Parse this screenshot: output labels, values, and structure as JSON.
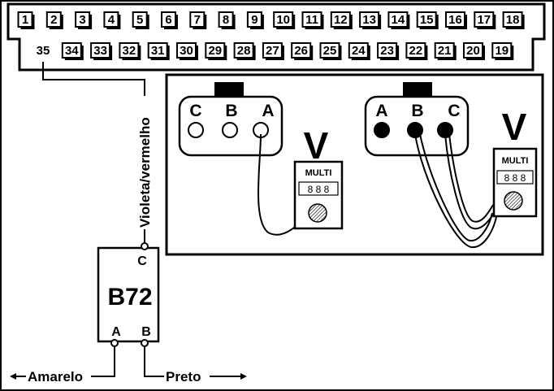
{
  "connector": {
    "top_row": [
      "1",
      "2",
      "3",
      "4",
      "5",
      "6",
      "7",
      "8",
      "9",
      "10",
      "11",
      "12",
      "13",
      "14",
      "15",
      "16",
      "17",
      "18"
    ],
    "bottom_row": [
      "35",
      "34",
      "33",
      "32",
      "31",
      "30",
      "29",
      "28",
      "27",
      "26",
      "25",
      "24",
      "23",
      "22",
      "21",
      "20",
      "19"
    ]
  },
  "wire_color_label": "Violeta/vermelho",
  "sensor": {
    "name": "B72",
    "pin_c": "C",
    "pin_a": "A",
    "pin_b": "B"
  },
  "wire_a_label": "Amarelo",
  "wire_b_label": "Preto",
  "plug_left": {
    "pins": [
      "C",
      "B",
      "A"
    ]
  },
  "plug_right": {
    "pins": [
      "A",
      "B",
      "C"
    ]
  },
  "meter_left": {
    "mode": "V",
    "brand": "MULTI",
    "display": "8 8 8"
  },
  "meter_right": {
    "mode": "V",
    "brand": "MULTI",
    "display": "8 8 8"
  },
  "colors": {
    "line": "#000000",
    "background": "#ffffff",
    "pin_filled": "#000000"
  }
}
